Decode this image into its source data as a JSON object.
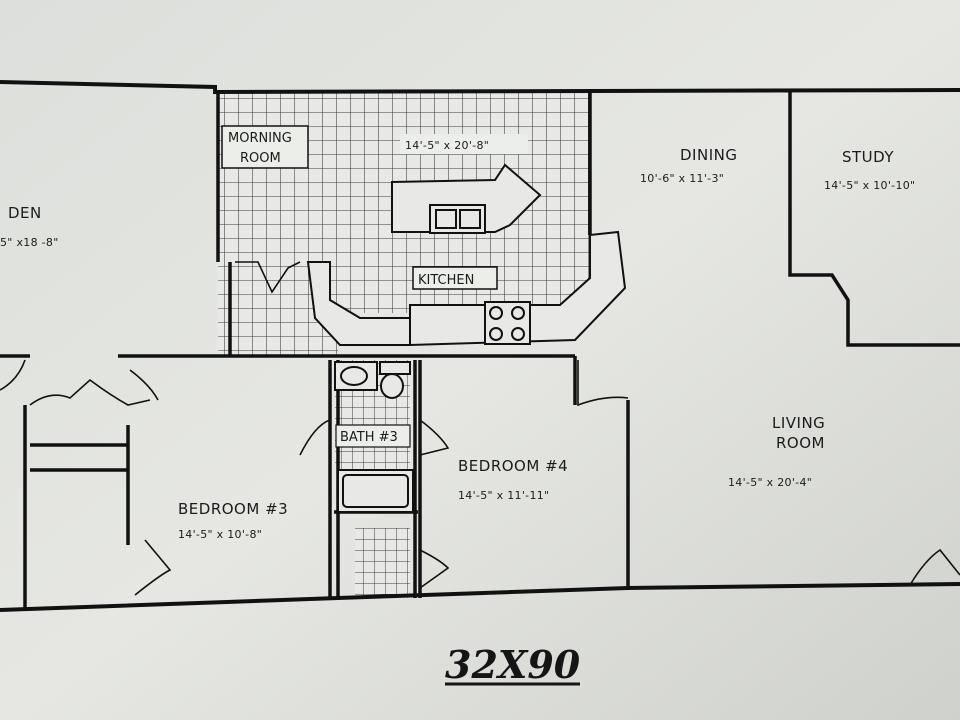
{
  "plan": {
    "size_label": "32X90",
    "rooms": [
      {
        "id": "den",
        "name": "DEN",
        "dims": "5\" x18 -8\""
      },
      {
        "id": "morning-room",
        "name_line1": "MORNING",
        "name_line2": "ROOM"
      },
      {
        "id": "kitchen-area",
        "dims": "14'-5\" x 20'-8\""
      },
      {
        "id": "kitchen",
        "name": "KITCHEN"
      },
      {
        "id": "dining",
        "name": "DINING",
        "dims": "10'-6\" x 11'-3\""
      },
      {
        "id": "study",
        "name": "STUDY",
        "dims": "14'-5\" x 10'-10\""
      },
      {
        "id": "living-room",
        "name_line1": "LIVING",
        "name_line2": "ROOM",
        "dims": "14'-5\" x 20'-4\""
      },
      {
        "id": "bedroom-3",
        "name": "BEDROOM #3",
        "dims": "14'-5\" x 10'-8\""
      },
      {
        "id": "bedroom-4",
        "name": "BEDROOM #4",
        "dims": "14'-5\" x 11'-11\""
      },
      {
        "id": "bath-3",
        "name": "BATH #3"
      }
    ]
  }
}
